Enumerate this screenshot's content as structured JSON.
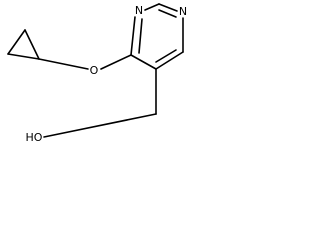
{
  "molecule": {
    "atoms": {
      "n1": "N",
      "n2": "N",
      "o_ether": "O",
      "hydroxyl": "HO"
    }
  }
}
